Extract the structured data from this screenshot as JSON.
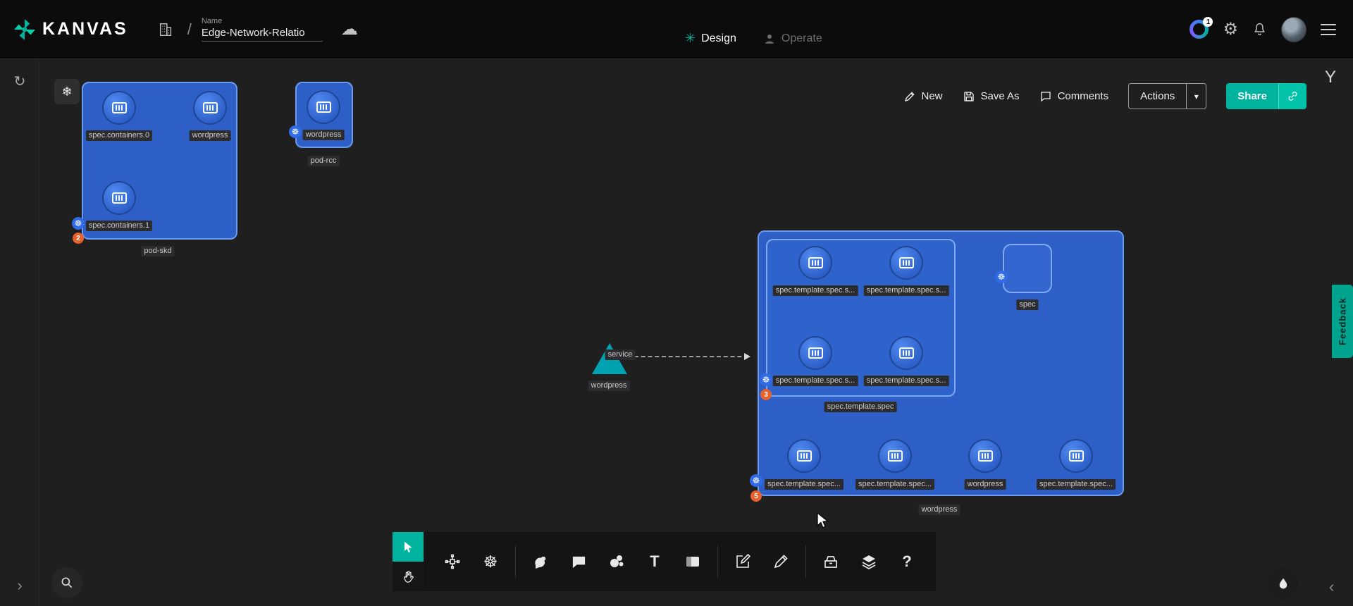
{
  "header": {
    "brand": "KANVAS",
    "breadcrumb_separator": "/",
    "name_field": {
      "label": "Name",
      "value": "Edge-Network-Relatio"
    },
    "tabs": {
      "design": "Design",
      "operate": "Operate"
    },
    "notifications_badge": "1"
  },
  "canvas_toolbar": {
    "new": "New",
    "save_as": "Save As",
    "comments": "Comments",
    "actions": "Actions",
    "actions_arrow": "▾",
    "share": "Share"
  },
  "canvas": {
    "groups": {
      "pod_skd": {
        "label": "pod-skd",
        "badge": "2"
      },
      "pod_rcc": {
        "label": "pod-rcc"
      },
      "wordpress": {
        "label": "wordpress",
        "badge": "5"
      },
      "spec_template_spec": {
        "label": "spec.template.spec",
        "badge": "3"
      }
    },
    "nodes": {
      "containers0": "spec.containers.0",
      "containers1": "spec.containers.1",
      "wordpress_pod_skd": "wordpress",
      "wordpress_pod_rcc": "wordpress",
      "service_wordpress": "wordpress",
      "service_tag": "service",
      "tpl1": "spec.template.spec.s...",
      "tpl2": "spec.template.spec.s...",
      "tpl3": "spec.template.spec.s...",
      "tpl4": "spec.template.spec.s...",
      "spec": "spec",
      "bottom1": "spec.template.spec...",
      "bottom2": "spec.template.spec...",
      "wordpress_bottom": "wordpress",
      "bottom4": "spec.template.spec..."
    }
  },
  "dock": {
    "text_tool": "T",
    "help": "?",
    "kubernetes_glyph": "☸"
  },
  "side": {
    "feedback": "Feedback",
    "y_glyph": "Y"
  },
  "misc": {
    "snowflake": "❄",
    "sync": "↻",
    "cloud": "☁",
    "gear": "⚙",
    "design_glyph": "✳",
    "chevron_right": "›",
    "chevron_left": "‹",
    "corner_k8s_glyph": "☸"
  },
  "colors": {
    "accent": "#00B39F",
    "group_fill": "#2D5FC6",
    "group_border": "#6B9AEF",
    "node_fill": "#3B76E0",
    "badge_orange": "#E8602C",
    "k8s_blue": "#316CE6"
  }
}
